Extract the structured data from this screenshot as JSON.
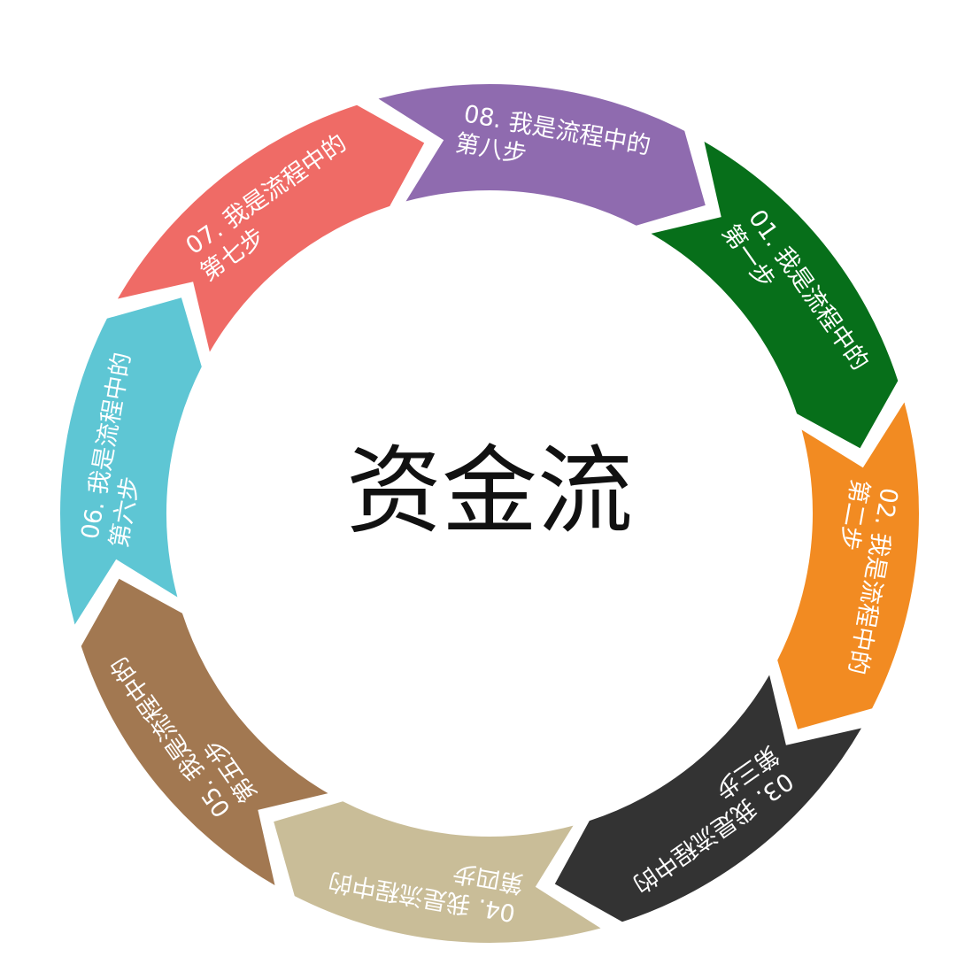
{
  "diagram": {
    "center_title": "资金流",
    "steps": [
      {
        "line1": "01. 我是流程中的",
        "line2": "第一步",
        "color": "#076f1a"
      },
      {
        "line1": "02. 我是流程中的",
        "line2": "第二步",
        "color": "#f28b22"
      },
      {
        "line1": "03. 我是流程中的",
        "line2": "第三步",
        "color": "#333333"
      },
      {
        "line1": "04. 我是流程中的",
        "line2": "第四步",
        "color": "#c9bd98"
      },
      {
        "line1": "05. 我是流程中的",
        "line2": "第五步",
        "color": "#a27851"
      },
      {
        "line1": "06. 我是流程中的",
        "line2": "第六步",
        "color": "#5ec6d4"
      },
      {
        "line1": "07. 我是流程中的",
        "line2": "第七步",
        "color": "#ef6b66"
      },
      {
        "line1": "08. 我是流程中的",
        "line2": "第八步",
        "color": "#8f6baf"
      }
    ]
  }
}
